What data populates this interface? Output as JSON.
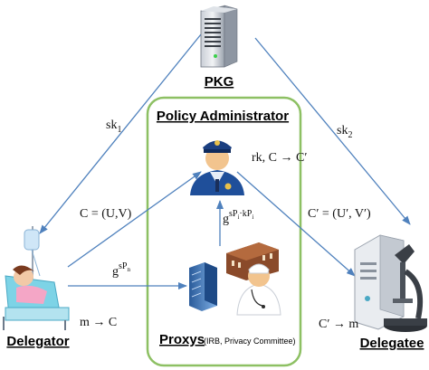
{
  "nodes": {
    "pkg": {
      "title": "PKG",
      "icon": "server-icon"
    },
    "policy_admin": {
      "title": "Policy Administrator",
      "icon": "police-officer-icon"
    },
    "delegator": {
      "title": "Delegator",
      "icon": "patient-in-bed-icon"
    },
    "delegatee": {
      "title": "Delegatee",
      "icon": "lab-server-microscope-icon"
    },
    "proxys": {
      "title": "Proxys",
      "subtitle": "(IRB, Privacy Committee)",
      "icon": "building-doctor-icon"
    }
  },
  "edges": {
    "sk1": {
      "label": "sk",
      "sub": "1"
    },
    "sk2": {
      "label": "sk",
      "sub": "2"
    },
    "c_uv": {
      "label": "C = (U,V)"
    },
    "rk": {
      "label": "rk, C → C′"
    },
    "c_prime": {
      "label": "C′ = (U′, V′)"
    },
    "g_sp_n": {
      "base": "g",
      "exp": "sP",
      "exp_sub": "n"
    },
    "g_sp_kp": {
      "base": "g",
      "exp1": "sP",
      "exp1_sub": "i",
      "dot": "·",
      "exp2": "kP",
      "exp2_sub": "i"
    },
    "m_to_c": {
      "label": "m → C"
    },
    "c_prime_to_m": {
      "label": "C′ → m"
    }
  },
  "colors": {
    "arrow": "#4f81bd",
    "proxy_box_border": "#8dc063"
  }
}
